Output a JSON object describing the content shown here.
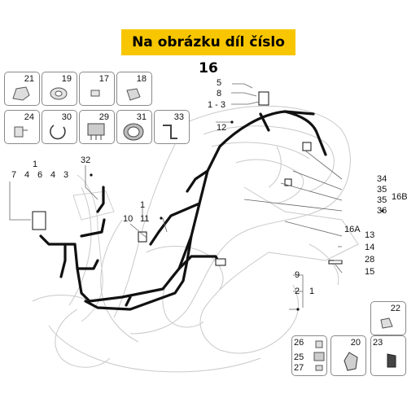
{
  "title": "Na obrázku díl číslo 16",
  "boxes": {
    "b21": "21",
    "b19": "19",
    "b17": "17",
    "b18": "18",
    "b24": "24",
    "b30": "30",
    "b29": "29",
    "b31": "31",
    "b33": "33",
    "b22": "22",
    "b26": "26",
    "b25": "25",
    "b27": "27",
    "b20": "20",
    "b23": "23"
  },
  "labels": {
    "l5": "5",
    "l8": "8",
    "l13a": "1 - 3",
    "l12": "12",
    "l1a": "1",
    "l7": "7",
    "l4a": "4",
    "l6": "6",
    "l4b": "4",
    "l3a": "3",
    "l32": "32",
    "l1b": "1",
    "l10": "10",
    "l11": "11",
    "l34": "34",
    "l35a": "35",
    "l35b": "35",
    "l36": "36",
    "l16b": "16B",
    "l16a": "16A",
    "l13": "13",
    "l14": "14",
    "l28": "28",
    "l15": "15",
    "l9": "9",
    "l2": "2",
    "l1c": "1"
  }
}
